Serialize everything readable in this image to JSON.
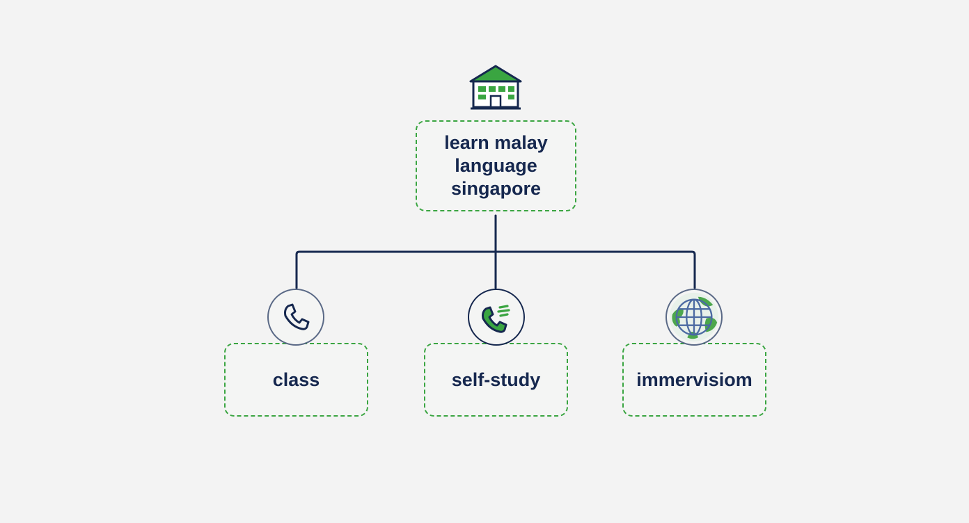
{
  "diagram": {
    "root": {
      "icon": "school-building-icon",
      "lines": [
        "learn malay",
        "language",
        "singapore"
      ]
    },
    "children": [
      {
        "label": "class",
        "icon": "phone-icon"
      },
      {
        "label": "self-study",
        "icon": "phone-ringing-icon"
      },
      {
        "label": "immervisiom",
        "icon": "globe-icon"
      }
    ]
  },
  "colors": {
    "accent_green": "#3aa541",
    "dark_navy": "#16284f",
    "background": "#f3f3f3"
  }
}
